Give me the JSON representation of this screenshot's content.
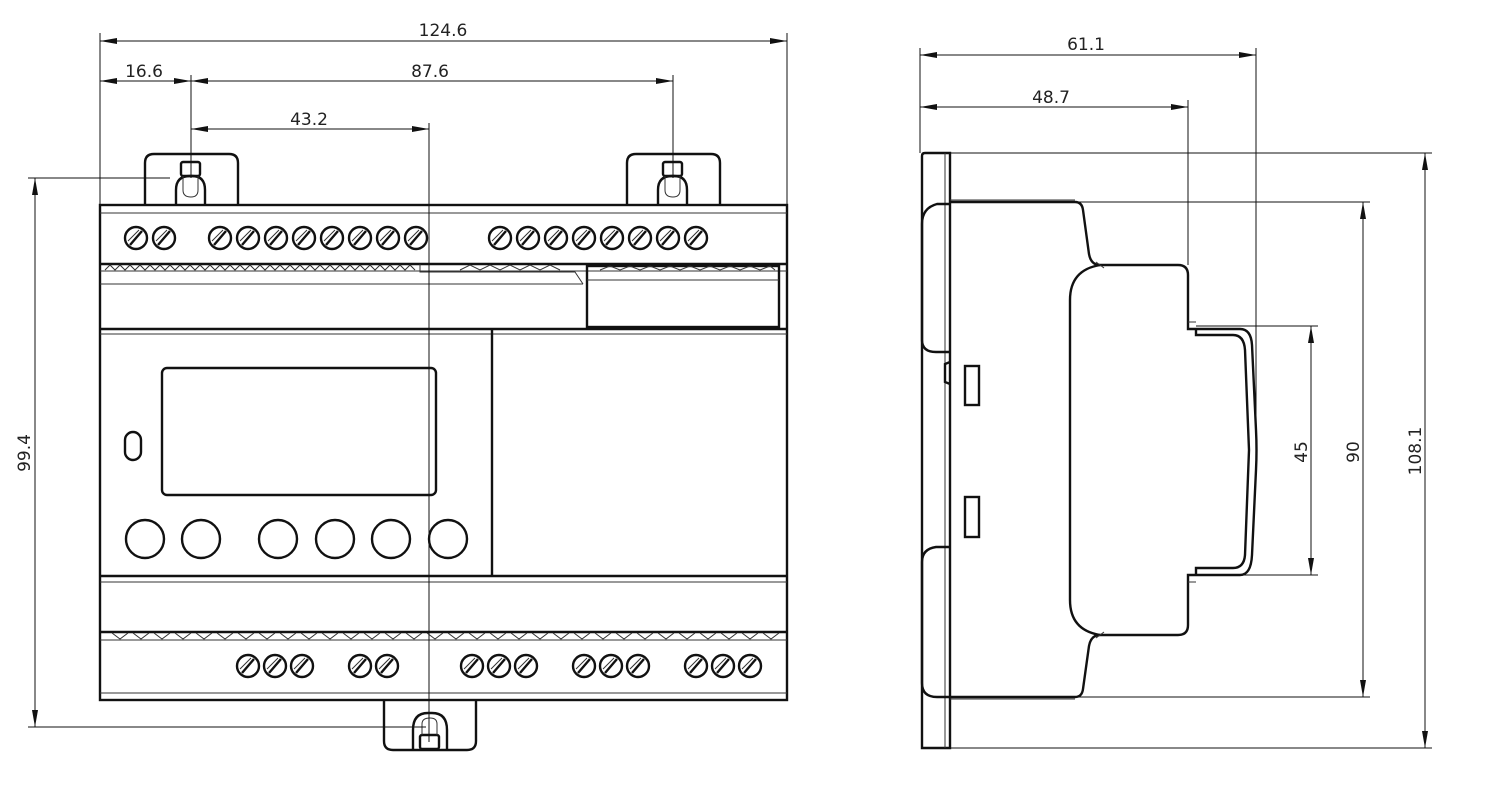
{
  "front_view": {
    "dimensions": {
      "overall_width": "124.6",
      "clip_offset": "16.6",
      "clip_spacing": "87.6",
      "center_offset": "43.2",
      "height": "99.4"
    },
    "top_terminal_groups": [
      2,
      8,
      8
    ],
    "bottom_terminal_groups": [
      3,
      2,
      3,
      3,
      3
    ],
    "push_buttons": 6
  },
  "side_view": {
    "dimensions": {
      "depth_total": "61.1",
      "depth_to_rail": "48.7",
      "rail_height": "45",
      "body_height": "90",
      "overall_height": "108.1"
    }
  }
}
